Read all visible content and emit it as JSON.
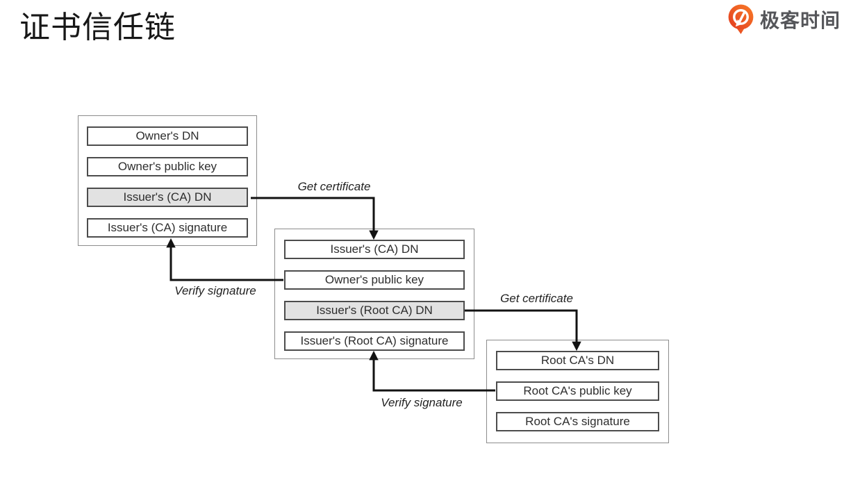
{
  "page": {
    "title": "证书信任链",
    "logo": {
      "text": "极客时间",
      "icon": "geektime-pin-icon",
      "brand_color_light": "#F97C27",
      "brand_color_dark": "#E23B20",
      "text_color": "#55565A"
    }
  },
  "diagram": {
    "certificates": [
      {
        "name": "owner-certificate",
        "fields": [
          {
            "label": "Owner's DN",
            "highlighted": false
          },
          {
            "label": "Owner's public key",
            "highlighted": false
          },
          {
            "label": "Issuer's (CA) DN",
            "highlighted": true
          },
          {
            "label": "Issuer's (CA) signature",
            "highlighted": false
          }
        ]
      },
      {
        "name": "intermediate-ca-certificate",
        "fields": [
          {
            "label": "Issuer's (CA) DN",
            "highlighted": false
          },
          {
            "label": "Owner's public key",
            "highlighted": false
          },
          {
            "label": "Issuer's (Root CA) DN",
            "highlighted": true
          },
          {
            "label": "Issuer's (Root CA) signature",
            "highlighted": false
          }
        ]
      },
      {
        "name": "root-ca-certificate",
        "fields": [
          {
            "label": "Root CA's DN",
            "highlighted": false
          },
          {
            "label": "Root CA's public key",
            "highlighted": false
          },
          {
            "label": "Root CA's signature",
            "highlighted": false
          }
        ]
      }
    ],
    "arrows": [
      {
        "label": "Get certificate",
        "from": "owner-certificate / Issuer's (CA) DN",
        "to": "intermediate-ca-certificate / Issuer's (CA) DN"
      },
      {
        "label": "Verify signature",
        "from": "intermediate-ca-certificate / Owner's public key",
        "to": "owner-certificate / Issuer's (CA) signature"
      },
      {
        "label": "Get certificate",
        "from": "intermediate-ca-certificate / Issuer's (Root CA) DN",
        "to": "root-ca-certificate / Root CA's DN"
      },
      {
        "label": "Verify signature",
        "from": "root-ca-certificate / Root CA's public key",
        "to": "intermediate-ca-certificate / Issuer's (Root CA) signature"
      }
    ],
    "colors": {
      "highlight_fill": "#E2E2E2",
      "arrow_line": "#121212",
      "outer_border": "#8C8C8C",
      "field_border": "#4C4C4C"
    }
  }
}
